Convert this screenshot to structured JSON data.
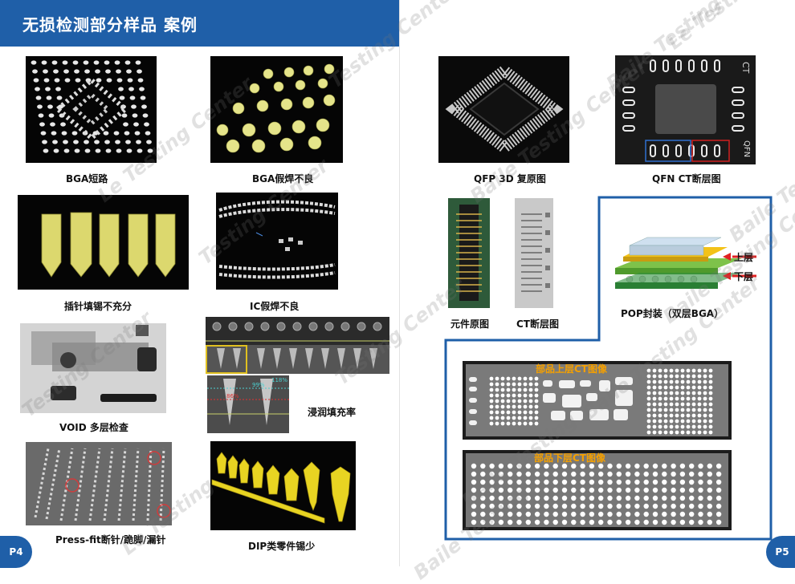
{
  "header": {
    "title": "无损检测部分样品 案例"
  },
  "left_page": {
    "page_number": "P4",
    "captions": {
      "bga_short": "BGA短路",
      "bga_false_solder": "BGA假焊不良",
      "pin_fill": "插针填锡不充分",
      "ic_false_solder": "IC假焊不良",
      "void_multi": "VOID  多层检查",
      "wetting_fill": "浸润填充率",
      "pressfit": "Press-fit断针/跪脚/漏针",
      "dip_tin": "DIP类零件锡少"
    },
    "wetting_overlay": {
      "pct_a": "99%",
      "pct_b": "118%",
      "pct_c": "86%"
    }
  },
  "right_page": {
    "page_number": "P5",
    "captions": {
      "qfp_3d": "QFP 3D 复原图",
      "qfn_ct": "QFN CT断层图",
      "component_orig": "元件原图",
      "ct_slice": "CT断层图",
      "pop_pkg": "POP封装（双层BGA）"
    },
    "qfn_overlay": {
      "label_ct": "CT",
      "label_qfn": "QFN"
    },
    "pop_labels": {
      "upper": "上层",
      "lower": "下层"
    },
    "ct_titles": {
      "upper": "部品上层CT图像",
      "lower": "部品下层CT图像"
    }
  },
  "watermarks": [
    "Testing Center",
    "Testing Center",
    "Baile Testing",
    "Le Testing Center",
    "Testing Center",
    "Testing Center",
    "Baile Testing Center",
    "Baile Testing Center",
    "Baile Testing",
    "Baile Te",
    "Le Testing",
    "Baile Testing Center",
    "Baile Testing",
    "Le Testing"
  ],
  "colors": {
    "brand_blue": "#1f5fa8",
    "accent_yellow": "#e7e38a",
    "layer_orange": "#f5a000"
  }
}
